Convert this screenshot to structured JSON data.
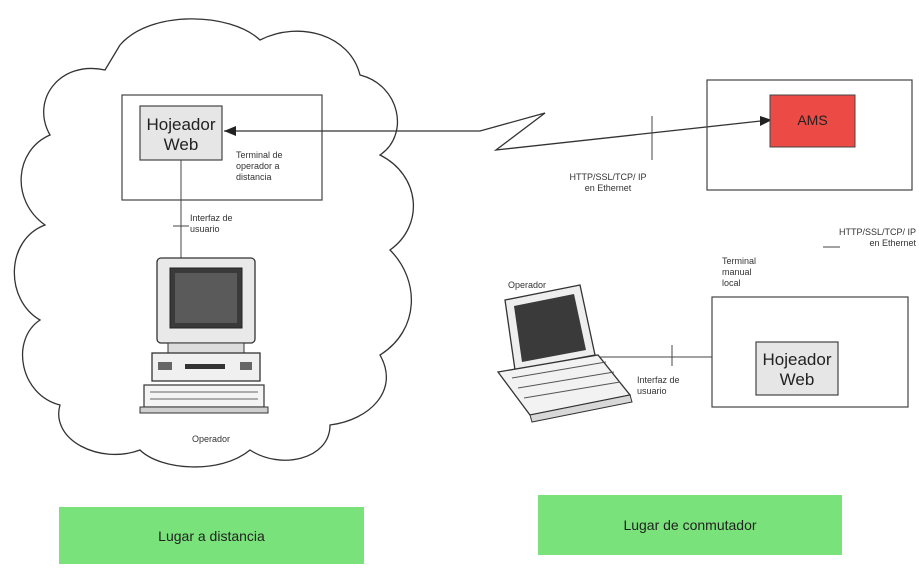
{
  "remote": {
    "browser_label_1": "Hojeador",
    "browser_label_2": "Web",
    "terminal_label": "Terminal de operador a distancia",
    "interface_label": "Interfaz de usuario",
    "operator_label": "Operador"
  },
  "link": {
    "protocol_label": "HTTP/SSL/TCP/ IP en Ethernet"
  },
  "server": {
    "ams_label": "AMS"
  },
  "local": {
    "protocol_label": "HTTP/SSL/TCP/ IP en Ethernet",
    "terminal_label": "Terminal manual local",
    "operator_label": "Operador",
    "interface_label": "Interfaz de usuario",
    "browser_label_1": "Hojeador",
    "browser_label_2": "Web"
  },
  "captions": {
    "remote_site": "Lugar a distancia",
    "switch_site": "Lugar de conmutador"
  },
  "colors": {
    "ams_fill": "#ec4a44",
    "caption_fill": "#79e27a",
    "browser_fill": "#e6e6e6"
  }
}
